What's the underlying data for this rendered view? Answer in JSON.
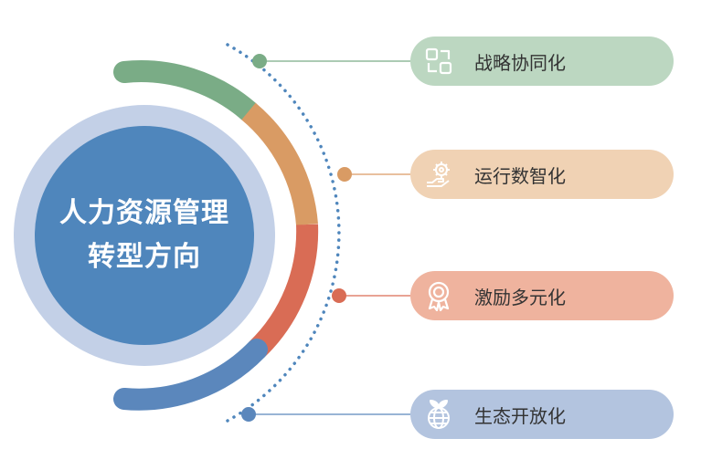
{
  "center": {
    "line1": "人力资源管理",
    "line2": "转型方向"
  },
  "items": [
    {
      "label": "战略协同化",
      "icon": "strategy-grid-icon",
      "color": "#7aac86",
      "pill": "#bcd7c1"
    },
    {
      "label": "运行数智化",
      "icon": "gear-hand-icon",
      "color": "#d99b64",
      "pill": "#f0d2b4"
    },
    {
      "label": "激励多元化",
      "icon": "award-medal-icon",
      "color": "#d96c55",
      "pill": "#efb39e"
    },
    {
      "label": "生态开放化",
      "icon": "globe-leaf-icon",
      "color": "#5b87bc",
      "pill": "#b3c4df"
    }
  ]
}
